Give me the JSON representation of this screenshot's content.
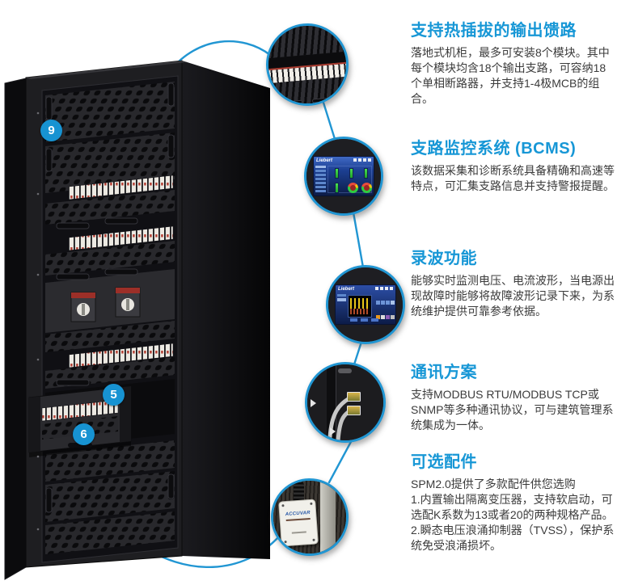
{
  "colors": {
    "accent_blue": "#1797d6",
    "connector_blue": "#2196d3",
    "badge_blue": "#1793d2",
    "body_text": "#3b3b3b"
  },
  "badges": [
    {
      "label": "9"
    },
    {
      "label": "5"
    },
    {
      "label": "6"
    }
  ],
  "screens": {
    "brand": "Liebert"
  },
  "accessory": {
    "brand": "ACCUVAR"
  },
  "sections": [
    {
      "title": "支持热插拔的输出馈路",
      "body": "落地式机柜，最多可安装8个模块。其中每个模块均含18个输出支路，可容纳18个单相断路器，并支持1-4极MCB的组合。"
    },
    {
      "title": "支路监控系统 (BCMS)",
      "body": "该数据采集和诊断系统具备精确和高速等特点，可汇集支路信息并支持警报提醒。"
    },
    {
      "title": "录波功能",
      "body": "能够实时监测电压、电流波形，当电源出现故障时能够将故障波形记录下来，为系统维护提供可靠参考依据。"
    },
    {
      "title": "通讯方案",
      "body": "支持MODBUS RTU/MODBUS TCP或SNMP等多种通讯协议，可与建筑管理系统集成为一体。"
    },
    {
      "title": "可选配件",
      "body": "SPM2.0提供了多款配件供您选购",
      "items": [
        "1.内置输出隔离变压器，支持软启动，可选配K系数为13或者20的两种规格产品。",
        "2.瞬态电压浪涌抑制器（TVSS），保护系统免受浪涌损坏。"
      ]
    }
  ]
}
